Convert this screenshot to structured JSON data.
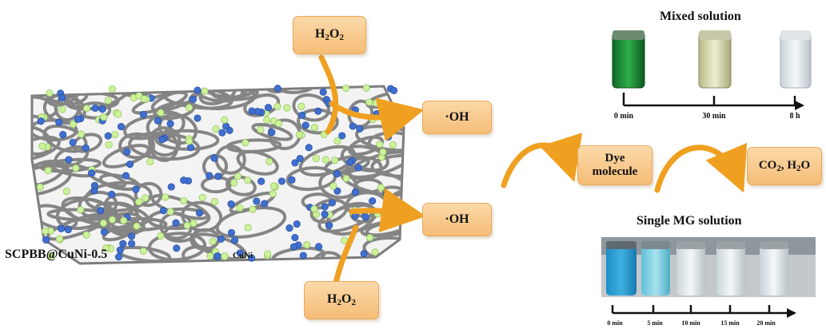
{
  "material_label": "SCPBB@CuNi-0.5",
  "legend_label": "CuNi",
  "h2o2_top": {
    "main": "H",
    "sub1": "2",
    "mid": "O",
    "sub2": "2"
  },
  "h2o2_bottom": {
    "main": "H",
    "sub1": "2",
    "mid": "O",
    "sub2": "2"
  },
  "oh_top": "·OH",
  "oh_bottom": "·OH",
  "dye": {
    "line1": "Dye",
    "line2": "molecule"
  },
  "products": {
    "a": "CO",
    "a_sub": "2",
    "sep": ", H",
    "b_sub": "2",
    "b": "O"
  },
  "mixed": {
    "title": "Mixed solution",
    "ticks": [
      "0 min",
      "30 min",
      "8 h"
    ]
  },
  "single": {
    "title": "Single MG solution",
    "ticks": [
      "0 min",
      "5 min",
      "10 min",
      "15 min",
      "20 min"
    ]
  },
  "colors": {
    "box_fill": "#f7c98a",
    "arrow_orange": "#f0a020",
    "network_gray": "#8a8a8a",
    "cu_blue": "#3f6fd0",
    "ni_green": "#cdf39a"
  }
}
